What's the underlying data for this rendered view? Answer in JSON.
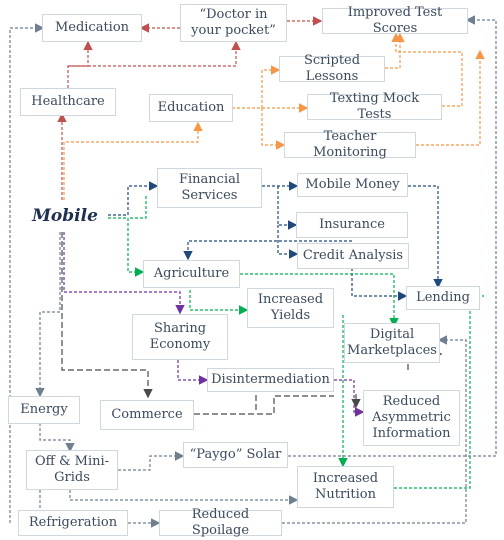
{
  "nodes": {
    "mobile": "Mobile",
    "medication": "Medication",
    "doctor": "“Doctor in your pocket”",
    "improved_test_scores": "Improved Test Scores",
    "healthcare": "Healthcare",
    "education": "Education",
    "scripted_lessons": "Scripted Lessons",
    "texting_mock_tests": "Texting Mock Tests",
    "teacher_monitoring": "Teacher Monitoring",
    "financial_services": "Financial Services",
    "mobile_money": "Mobile Money",
    "insurance": "Insurance",
    "credit_analysis": "Credit Analysis",
    "agriculture": "Agriculture",
    "lending": "Lending",
    "increased_yields": "Increased Yields",
    "digital_marketplaces": "Digital Marketplaces",
    "sharing_economy": "Sharing Economy",
    "disintermediation": "Disintermediation",
    "energy": "Energy",
    "commerce": "Commerce",
    "reduced_asymmetric_information": "Reduced Asymmetric Information",
    "off_mini_grids": "Off & Mini-Grids",
    "paygo_solar": "“Paygo” Solar",
    "increased_nutrition": "Increased Nutrition",
    "refrigeration": "Refrigeration",
    "reduced_spoilage": "Reduced Spoilage"
  },
  "colors": {
    "health": "#c0504d",
    "education": "#f79646",
    "finance": "#1f497d",
    "agriculture": "#00b050",
    "sharing": "#7030a0",
    "energy": "#6f7f8f",
    "commerce": "#4a4a4a",
    "node_border": "#cfd7df",
    "node_text": "#3b4a5c"
  }
}
